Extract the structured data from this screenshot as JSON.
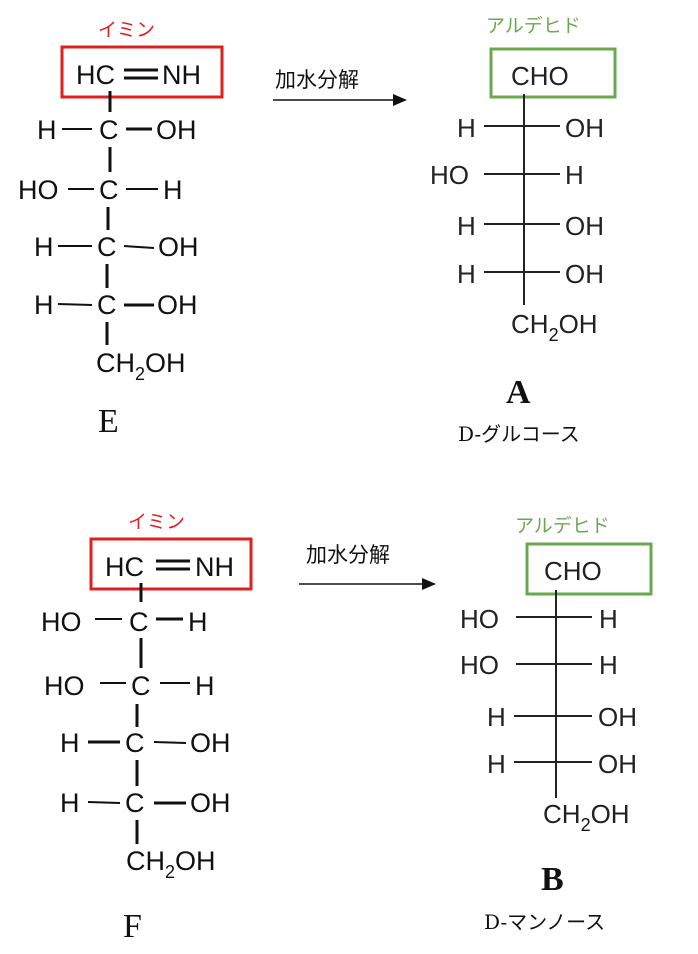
{
  "reaction_1": {
    "reactant": {
      "label": "E",
      "functional_group_label": "イミン",
      "functional_group_color": "#e02020",
      "top_group": {
        "left": "HC",
        "right": "NH",
        "bond": "double"
      },
      "rows": [
        {
          "left": "H",
          "center": "C",
          "right": "OH"
        },
        {
          "left": "HO",
          "center": "C",
          "right": "H"
        },
        {
          "left": "H",
          "center": "C",
          "right": "OH"
        },
        {
          "left": "H",
          "center": "C",
          "right": "OH"
        }
      ],
      "bottom": {
        "main": "CH",
        "sub": "2",
        "tail": "OH"
      }
    },
    "arrow_label": "加水分解",
    "product": {
      "label": "A",
      "name": "D-グルコース",
      "functional_group_label": "アルデヒド",
      "functional_group_color": "#6aa84f",
      "top_group": "CHO",
      "rows": [
        {
          "left": "H",
          "right": "OH"
        },
        {
          "left": "HO",
          "right": "H"
        },
        {
          "left": "H",
          "right": "OH"
        },
        {
          "left": "H",
          "right": "OH"
        }
      ],
      "bottom": {
        "main": "CH",
        "sub": "2",
        "tail": "OH"
      }
    }
  },
  "reaction_2": {
    "reactant": {
      "label": "F",
      "functional_group_label": "イミン",
      "functional_group_color": "#e02020",
      "top_group": {
        "left": "HC",
        "right": "NH",
        "bond": "double"
      },
      "rows": [
        {
          "left": "HO",
          "center": "C",
          "right": "H"
        },
        {
          "left": "HO",
          "center": "C",
          "right": "H"
        },
        {
          "left": "H",
          "center": "C",
          "right": "OH"
        },
        {
          "left": "H",
          "center": "C",
          "right": "OH"
        }
      ],
      "bottom": {
        "main": "CH",
        "sub": "2",
        "tail": "OH"
      }
    },
    "arrow_label": "加水分解",
    "product": {
      "label": "B",
      "name": "D-マンノース",
      "functional_group_label": "アルデヒド",
      "functional_group_color": "#6aa84f",
      "top_group": "CHO",
      "rows": [
        {
          "left": "HO",
          "right": "H"
        },
        {
          "left": "HO",
          "right": "H"
        },
        {
          "left": "H",
          "right": "OH"
        },
        {
          "left": "H",
          "right": "OH"
        }
      ],
      "bottom": {
        "main": "CH",
        "sub": "2",
        "tail": "OH"
      }
    }
  }
}
